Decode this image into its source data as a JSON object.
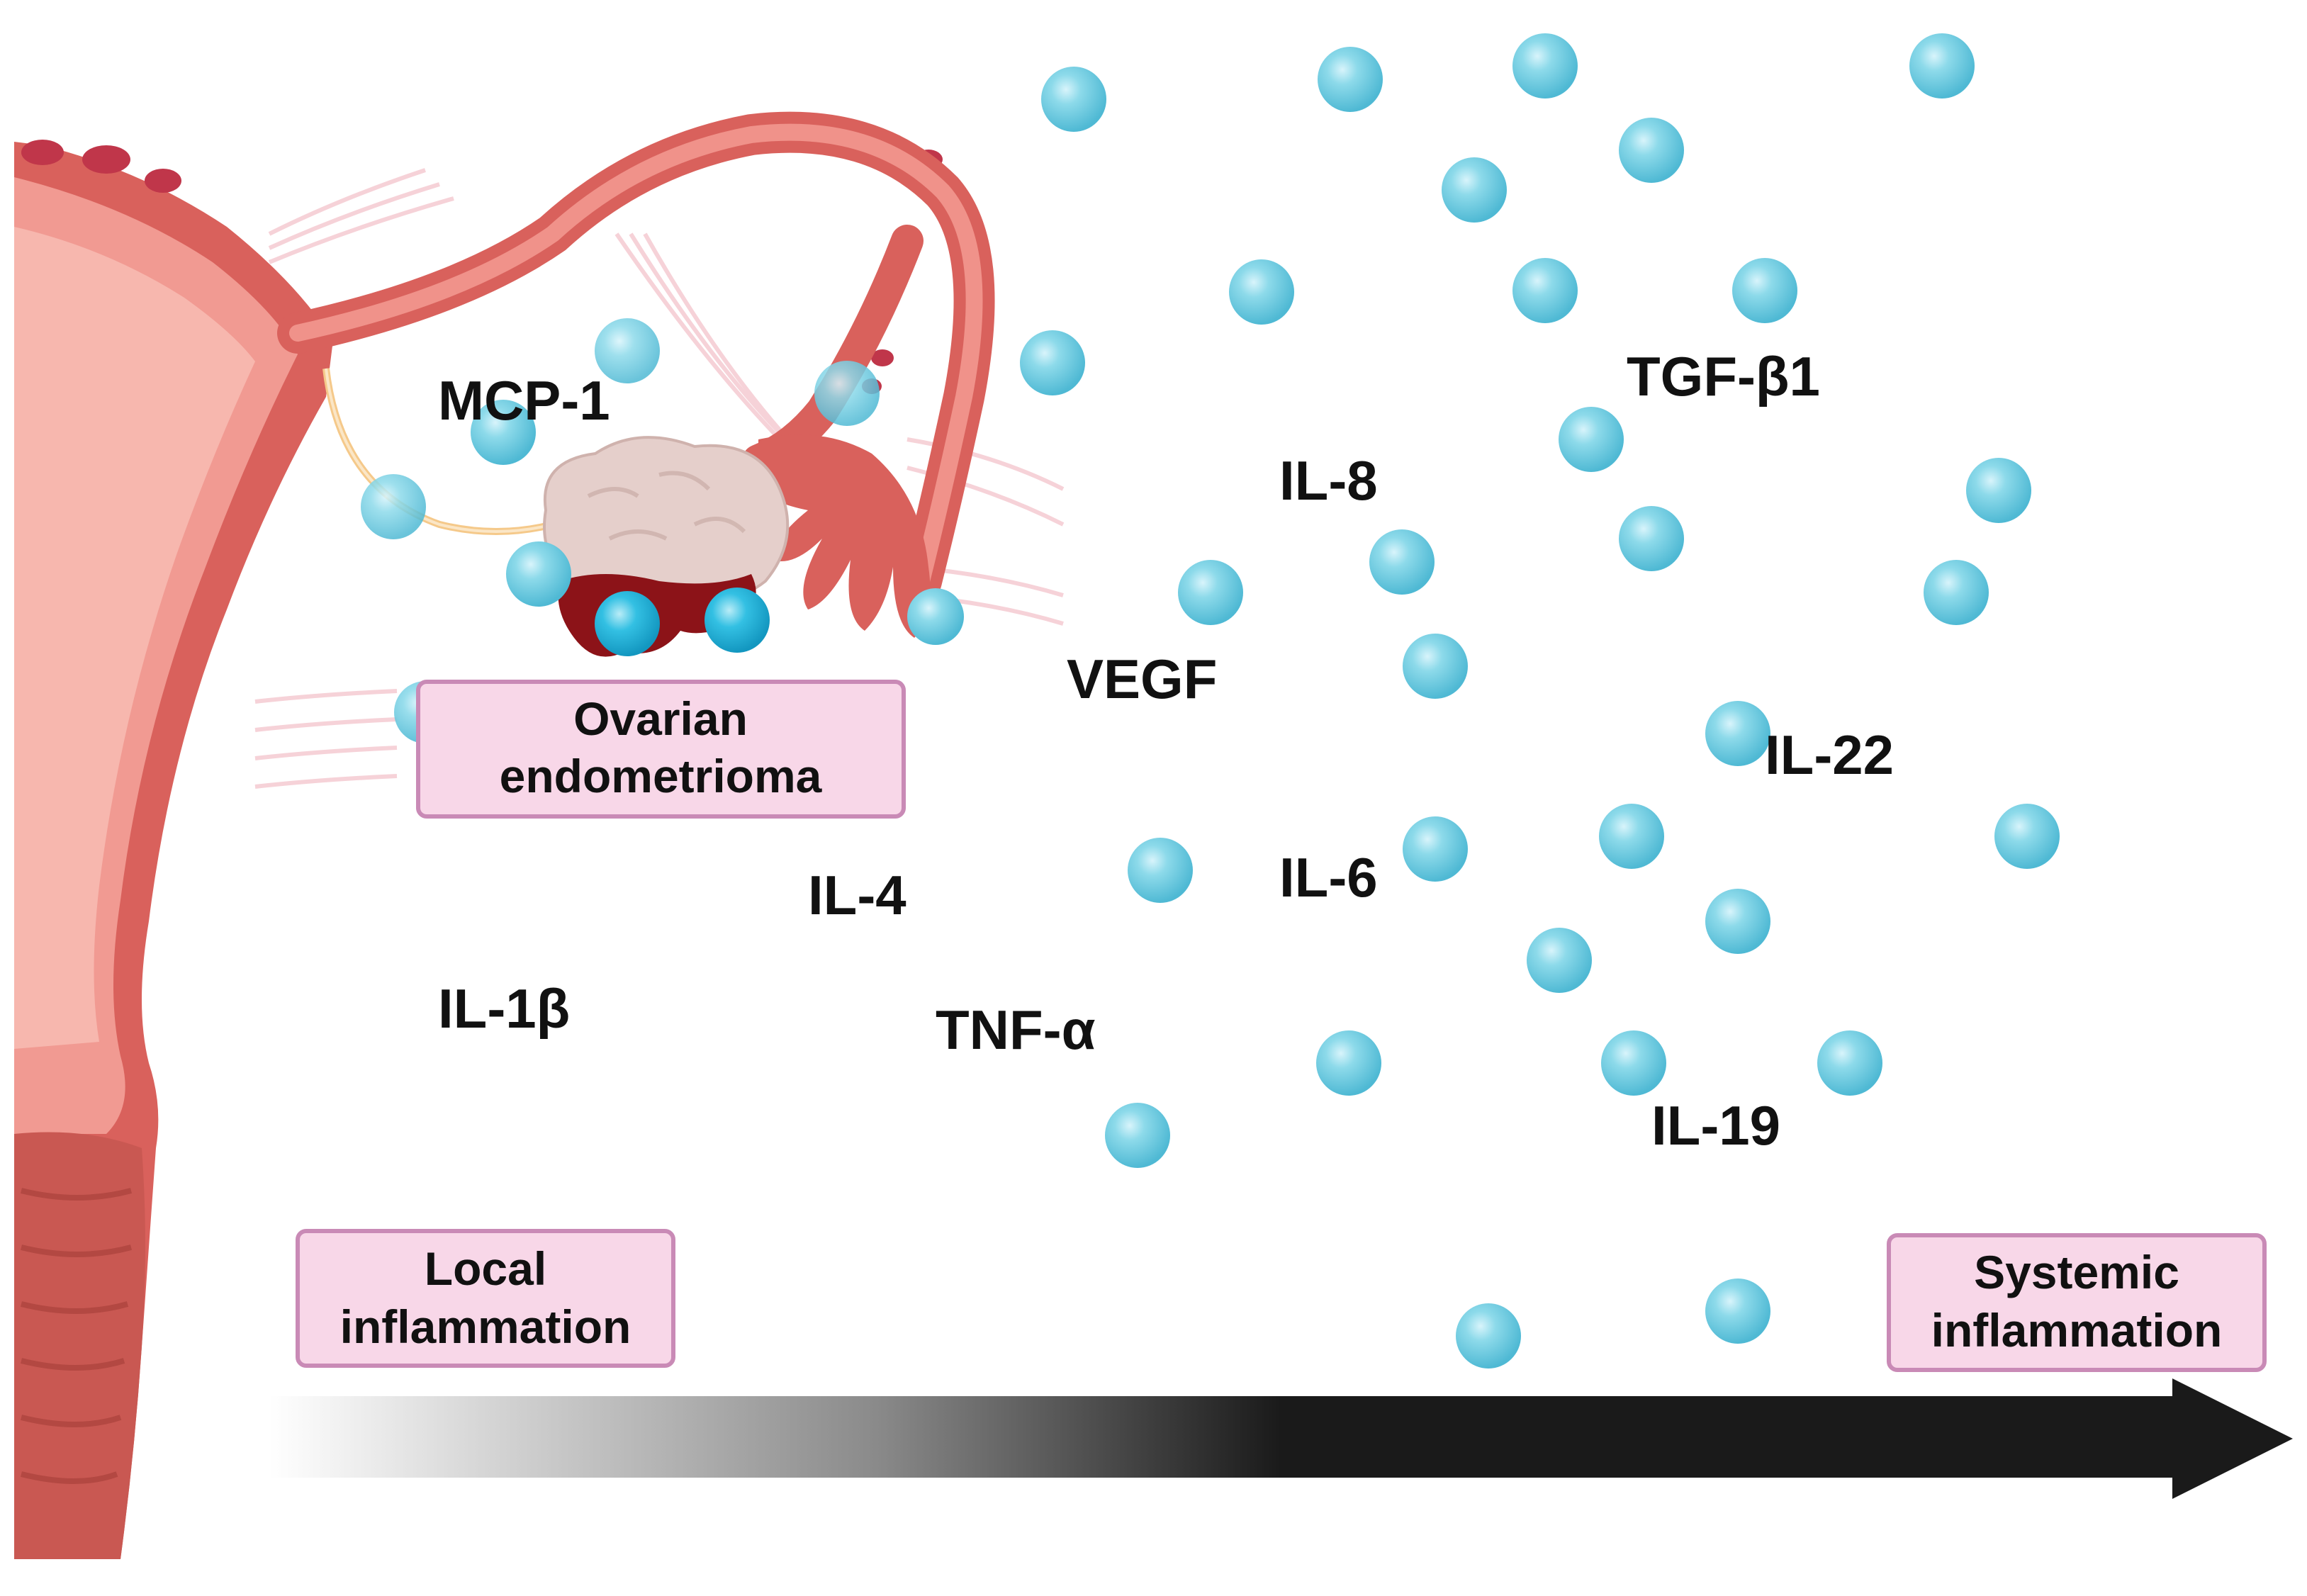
{
  "cytokines": {
    "mcp1": "MCP-1",
    "il8": "IL-8",
    "tgfb1": "TGF-β1",
    "vegf": "VEGF",
    "il22": "IL-22",
    "il4": "IL-4",
    "il6": "IL-6",
    "il1b": "IL-1β",
    "tnfa": "TNF-α",
    "il19": "IL-19"
  },
  "boxes": {
    "endometrioma": {
      "line1": "Ovarian",
      "line2": "endometrioma"
    },
    "local": {
      "line1": "Local",
      "line2": "inflammation"
    },
    "systemic": {
      "line1": "Systemic",
      "line2": "inflammation"
    }
  },
  "colors": {
    "uterus_outer": "#d9615c",
    "uterus_inner": "#f19a92",
    "uterus_light": "#f7b7ae",
    "cyst_pink": "#e7cfcb",
    "blood_dark": "#8c1318",
    "particle": "#7fd3e6",
    "box_fill": "#f8d7e8",
    "box_border": "#c98ab6",
    "arrow_dark": "#1a1a1a"
  }
}
